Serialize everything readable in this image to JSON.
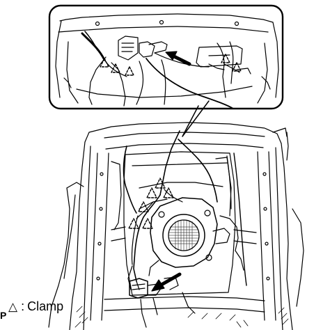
{
  "figure_code": "P",
  "legend": {
    "symbol": "△",
    "separator": ":",
    "label": "Clamp"
  },
  "colors": {
    "line": "#000000",
    "background": "#ffffff"
  },
  "callout_arrows": 2,
  "clamp_markers": 11
}
